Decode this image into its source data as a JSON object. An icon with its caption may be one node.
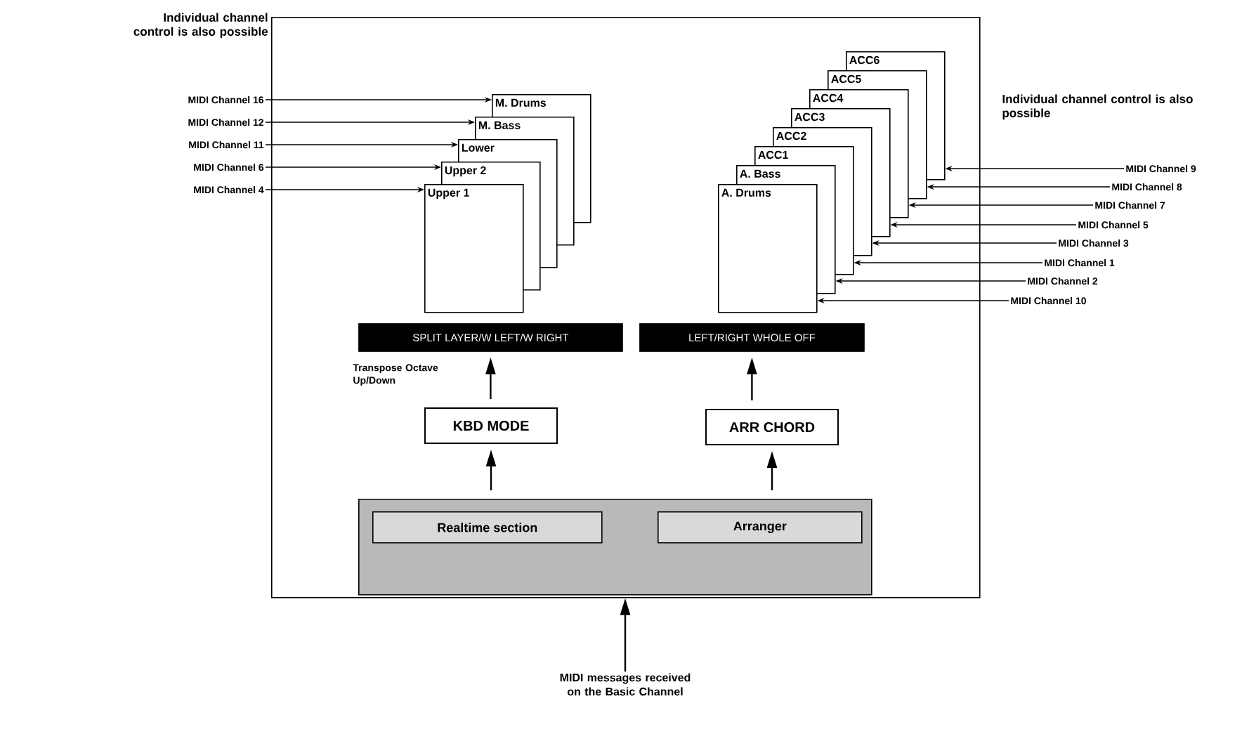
{
  "diagram": {
    "nodes": [
      {
        "text": [],
        "shape": "box"
      },
      {
        "text": [
          "Upper 1"
        ],
        "in": 0
      },
      {
        "text": [
          "Upper 2"
        ],
        "in": 0
      },
      {
        "text": [
          "Lower"
        ],
        "in": 0
      },
      {
        "text": [
          "M. Bass"
        ],
        "in": 0
      },
      {
        "text": [
          "M. Drums"
        ],
        "in": 0
      },
      {
        "text": [
          "A. Drums"
        ],
        "in": 0
      },
      {
        "text": [
          "A. Bass"
        ],
        "in": 0
      },
      {
        "text": [
          "ACC1"
        ],
        "in": 0
      },
      {
        "text": [
          "ACC2"
        ],
        "in": 0
      },
      {
        "text": [
          "ACC3"
        ],
        "in": 0
      },
      {
        "text": [
          "ACC4"
        ],
        "in": 0
      },
      {
        "text": [
          "ACC5"
        ],
        "in": 0
      },
      {
        "text": [
          "ACC6"
        ],
        "in": 0
      },
      {
        "text": [
          "SPLIT LAYER/W LEFT/W RIGHT"
        ],
        "in": 0
      },
      {
        "text": [
          "LEFT/RIGHT WHOLE OFF"
        ],
        "in": 0
      },
      {
        "text": [
          "KBD MODE"
        ],
        "in": 0
      },
      {
        "text": [
          "ARR CHORD"
        ],
        "in": 0
      },
      {
        "text": [],
        "shape": "box",
        "in": 0
      },
      {
        "text": [
          "Realtime section"
        ],
        "in": 18
      },
      {
        "text": [
          "Arranger"
        ],
        "in": 18
      },
      {
        "text": [
          "MIDI Channel 16"
        ]
      },
      {
        "text": [
          "MIDI Channel 12"
        ]
      },
      {
        "text": [
          "MIDI Channel 11"
        ]
      },
      {
        "text": [
          "MIDI Channel 6"
        ]
      },
      {
        "text": [
          "MIDI Channel 4"
        ]
      },
      {
        "text": [
          "MIDI Channel 9"
        ]
      },
      {
        "text": [
          "MIDI Channel 8"
        ]
      },
      {
        "text": [
          "MIDI Channel 7"
        ]
      },
      {
        "text": [
          "MIDI Channel 5"
        ]
      },
      {
        "text": [
          "MIDI Channel 3"
        ]
      },
      {
        "text": [
          "MIDI Channel 1"
        ]
      },
      {
        "text": [
          "MIDI Channel 2"
        ]
      },
      {
        "text": [
          "MIDI Channel 10"
        ]
      },
      {
        "text": [
          "MIDI messages received on the Basic Channel"
        ]
      }
    ],
    "edges": [
      {
        "from": 21,
        "to": 5,
        "arrow": "to"
      },
      {
        "from": 22,
        "to": 4,
        "arrow": "to"
      },
      {
        "from": 23,
        "to": 3,
        "arrow": "to"
      },
      {
        "from": 24,
        "to": 2,
        "arrow": "to"
      },
      {
        "from": 25,
        "to": 1,
        "arrow": "to"
      },
      {
        "from": 26,
        "to": 13,
        "arrow": "to"
      },
      {
        "from": 27,
        "to": 12,
        "arrow": "to"
      },
      {
        "from": 28,
        "to": 11,
        "arrow": "to"
      },
      {
        "from": 29,
        "to": 10,
        "arrow": "to"
      },
      {
        "from": 30,
        "to": 9,
        "arrow": "to"
      },
      {
        "from": 31,
        "to": 8,
        "arrow": "to"
      },
      {
        "from": 32,
        "to": 7,
        "arrow": "to"
      },
      {
        "from": 33,
        "to": 6,
        "arrow": "to"
      },
      {
        "from": 18,
        "to": 16,
        "arrow": "to"
      },
      {
        "from": 16,
        "to": 14,
        "arrow": "to"
      },
      {
        "from": 18,
        "to": 17,
        "arrow": "to"
      },
      {
        "from": 17,
        "to": 15,
        "arrow": "to"
      },
      {
        "from": 34,
        "to": 0,
        "arrow": "to"
      }
    ],
    "labels": [
      "Individual channel control is also possible",
      "Individual channel control is also possible",
      "Transpose Octave Up/Down"
    ]
  }
}
